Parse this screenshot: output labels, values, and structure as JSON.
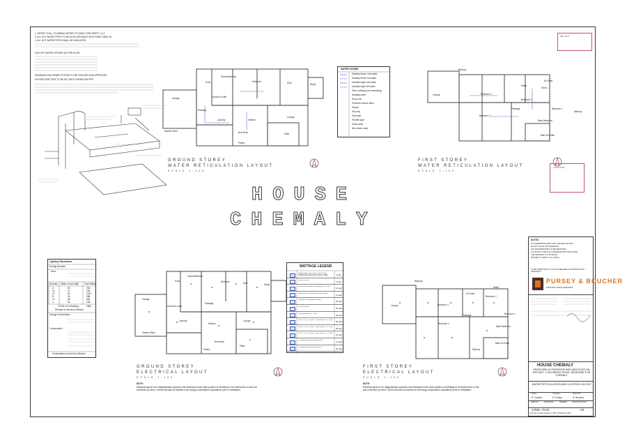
{
  "sheet": {
    "main_title_line1": "HOUSE",
    "main_title_line2": "CHEMALY"
  },
  "notes_block": {
    "lines": [
      "1. REFER TO ALL PLUMBING WORKS TO SANS 10252 PARTS 1 & 2",
      "2. ALL HOT WATER PIPES TO BE IN ACCORDANCE WITH SANS 10400 XA",
      "3. ALL HOT WATER PIPES SHALL BE INSULATED",
      "GAS HOT WATER GEYSER 30L PER HOUR",
      "DRAINAGE AND SEWER SYSTEM TO BE CHECKED AND APPROVED",
      "GEYSER DRIP TRAY TO BE SET WITH OVERFLOW PIPE"
    ]
  },
  "ground_water": {
    "title": "GROUND STOREY",
    "subtitle": "WATER RETICULATION LAYOUT",
    "scale": "SCALE 1:100",
    "rooms": [
      "Garage",
      "Scull.",
      "Guest Bedroom",
      "Entrance",
      "Dine",
      "Study",
      "Kitchen",
      "Lounge",
      "Laundry",
      "Garden Store",
      "Pantry",
      "Nea Deck",
      "Patio",
      "Passage",
      "Guest En-suite"
    ]
  },
  "first_water": {
    "title": "FIRST STOREY",
    "subtitle": "WATER RETICULATION LAYOUT",
    "scale": "SCALE 1:100",
    "rooms": [
      "Balcony",
      "Lounge",
      "Bedroom 3",
      "Bedroom 4",
      "Bedroom 2",
      "Stairs",
      "En-Suite",
      "Passage",
      "Main Bedroom",
      "Dress",
      "Main En-Suite",
      "Bedroom 1",
      "Balcony"
    ]
  },
  "water_legend": {
    "title": "WATER LEGEND",
    "items": [
      "Sanitary fixture cold water",
      "Sanitary fixture hot water",
      "Insulated pipe cold water",
      "Insulated pipe hot water",
      "Pipe crossing (not connecting)",
      "Isolating valve",
      "Stop cock",
      "Pressure control valve",
      "Geyser",
      "Drip tray",
      "Vent pipe",
      "Flexible pipe",
      "Solar panel",
      "Non-return valve"
    ]
  },
  "ground_elec": {
    "title": "GROUND STOREY",
    "subtitle": "ELECTRICAL LAYOUT",
    "scale": "SCALE 1:100",
    "note_label": "NOTE:",
    "note": "Electrical layout is for diagrammatic purposes and electrician must verify position of all fittings to be determined on site and confirmed by client. Client must also be advised of all energy consumption calculations prior to installation.",
    "rooms": [
      "Garage",
      "Scull.",
      "Guest Bedroom",
      "Entrance",
      "Dine",
      "Study",
      "Kitchen",
      "Lounge",
      "Laundry",
      "Pantry",
      "Nea Deck",
      "Patio",
      "Passage",
      "Guest En-suite",
      "Garden Store"
    ]
  },
  "first_elec": {
    "title": "FIRST STOREY",
    "subtitle": "ELECTRICAL LAYOUT",
    "scale": "SCALE 1:100",
    "note_label": "NOTE:",
    "note": "Electrical layout is for diagrammatic purposes and electrician must verify position of all fittings to be determined on site and confirmed by client. Client must also be advised of all energy consumption calculations prior to installation.",
    "rooms": [
      "Balcony",
      "Lounge",
      "Bedroom 3",
      "Bedroom 4",
      "Bedroom 2",
      "En-Suite",
      "Stairs",
      "Passage",
      "Main Bedroom",
      "Bedroom 1",
      "Main En-Suite",
      "Balcony"
    ]
  },
  "lighting_calc": {
    "title": "Lighting Calculations",
    "energy_demand": "Energy Demand",
    "area_label": "Area",
    "total_label": "TOTAL W or Building",
    "total_value": "2806",
    "demand_note": "Demand is less than Allowed",
    "energy_consumption": "Energy Consumption",
    "consumption_label": "Consumption",
    "result_note": "Consumption is less than Allowed",
    "headers": [
      "Quantity",
      "Watts of each light",
      "Total Watts"
    ],
    "rows": [
      [
        "6",
        "60",
        "360"
      ],
      [
        "14",
        "11",
        "154"
      ],
      [
        "22",
        "50",
        "1100"
      ],
      [
        "8",
        "36",
        "288"
      ],
      [
        "12",
        "58",
        "696"
      ],
      [
        "4",
        "52",
        "208"
      ]
    ]
  },
  "wattage_legend": {
    "title": "WATTAGE LEGEND",
    "items": [
      {
        "label": "RECESSED GROUND MOUNTED DOWNLIGHTER WITH LED GLOBE",
        "watts": "5 watt"
      },
      {
        "label": "DOWN LIGHT",
        "watts": "5 watt"
      },
      {
        "label": "WALL MOUNTED BULKHEAD FITTING",
        "watts": "11 watt"
      },
      {
        "label": "CEILING FIXTURE (with 15mm light)",
        "watts": "11 watt"
      },
      {
        "label": "PENDANT HANGING LIGHT",
        "watts": "60 watt"
      },
      {
        "label": "FLOODLIGHT",
        "watts": "50 watt"
      },
      {
        "label": "CHANDELIER FITTING",
        "watts": "60 watt"
      },
      {
        "label": "2,58 X 1 55 T5 LED TUBE LIGHT FITTING",
        "watts": "58 watt"
      },
      {
        "label": "2,58 X 1 55 T5 LED TUBE LIGHT FITTING",
        "watts": "36 watt"
      },
      {
        "label": "2,58 X 1 55 T5 LED TUBE LIGHT FITTING",
        "watts": "52 watt"
      },
      {
        "label": "EXTERNAL BULKHEAD LIGHT",
        "watts": "11 watt"
      },
      {
        "label": "EXTERNAL HANGING LIGHT",
        "watts": "60 watt"
      }
    ]
  },
  "title_block": {
    "notes_heading": "NOTES",
    "notes": [
      "ALL DIMENSIONS ARE TO BE CHECKED ON SITE",
      "DO NOT SCALE OFF DRAWINGS",
      "ANY DISCREPANCIES TO BE REPORTED",
      "ALL WORK TO BE IN ACCORDANCE WITH SANS 10400",
      "THIS DRAWING IS COPYRIGHT",
      "BUILDER TO VERIFY ALL LEVELS"
    ],
    "submit_note": "TO BE SUBMITTED TO COUNCIL BEFORE PLAN APPROVAL BY ARCHITECT",
    "firm_name": "PURSEY & BOUCHER",
    "firm_tag": "ARCHITECTURAL SERVICES",
    "project_title": "HOUSE CHEMALY",
    "project_desc": "PROPOSED ALTERATIONS AND ADDITIONS ON ERF 6571, 2 SALISBURY ROAD, SELBORNE FOR CHEMALY",
    "drawing_title": "WATER RETICULATION AND LIGHTING LAYOUT",
    "drawn_label": "Drawn",
    "checked_label": "Checked",
    "approved_label": "Approved",
    "drawn": "R. Coetzer",
    "checked": "S. Purkey",
    "approved": "R. Boucher",
    "stage_labels": [
      "SKETCH",
      "MUNICIPAL",
      "TENDER",
      "CONSTRUCTION"
    ],
    "drawing_number": "17036 - PL03",
    "revision": "H4",
    "date_line": "Plot date Tuesday, August 17, 2017 11:58 AM July 2017"
  },
  "stamps": {
    "top_right": "ERF 6571",
    "approval": "APPROVED"
  }
}
